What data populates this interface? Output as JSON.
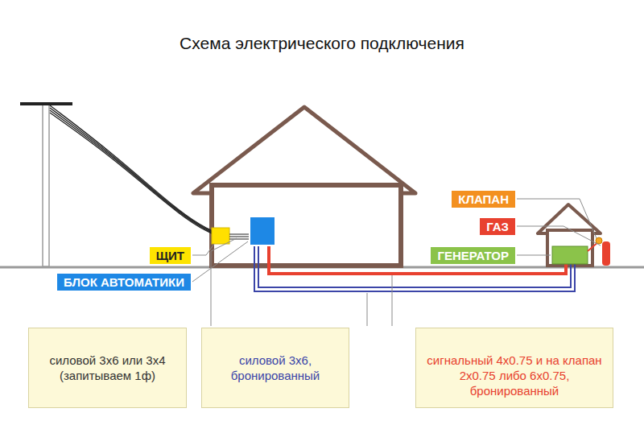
{
  "diagram": {
    "title": "Схема электрического подключения",
    "nodes": [
      {
        "text": [
          "КЛАПАН"
        ]
      },
      {
        "text": [
          "ГАЗ"
        ]
      },
      {
        "text": [
          "ЩИТ"
        ]
      },
      {
        "text": [
          "ГЕНЕРАТОР"
        ]
      },
      {
        "text": [
          "БЛОК АВТОМАТИКИ"
        ]
      },
      {
        "text": [
          "силовой 3х6 или 3х4 (запитываем 1ф)"
        ]
      },
      {
        "text": [
          "силовой 3х6, бронированный"
        ]
      },
      {
        "text": [
          "сигнальный 4х0.75 и на клапан 2х0.75 либо 6х0.75, бронированный"
        ]
      }
    ]
  }
}
